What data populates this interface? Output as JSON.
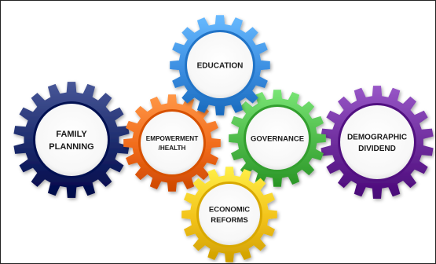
{
  "diagram": {
    "gears": [
      {
        "id": "family-planning",
        "lines": [
          "FAMILY",
          "PLANNING"
        ],
        "color": "#1b2a6b"
      },
      {
        "id": "empowerment-health",
        "lines": [
          "EMPOWERMENT",
          "/HEALTH"
        ],
        "color": "#f06a1a"
      },
      {
        "id": "education",
        "lines": [
          "EDUCATION"
        ],
        "color": "#3b8de0"
      },
      {
        "id": "governance",
        "lines": [
          "GOVERNANCE"
        ],
        "color": "#4cb848"
      },
      {
        "id": "economic-reforms",
        "lines": [
          "ECONOMIC",
          "REFORMS"
        ],
        "color": "#f2c21a"
      },
      {
        "id": "demographic-dividend",
        "lines": [
          "DEMOGRAPHIC",
          "DIVIDEND"
        ],
        "color": "#6b2a9a"
      }
    ]
  }
}
